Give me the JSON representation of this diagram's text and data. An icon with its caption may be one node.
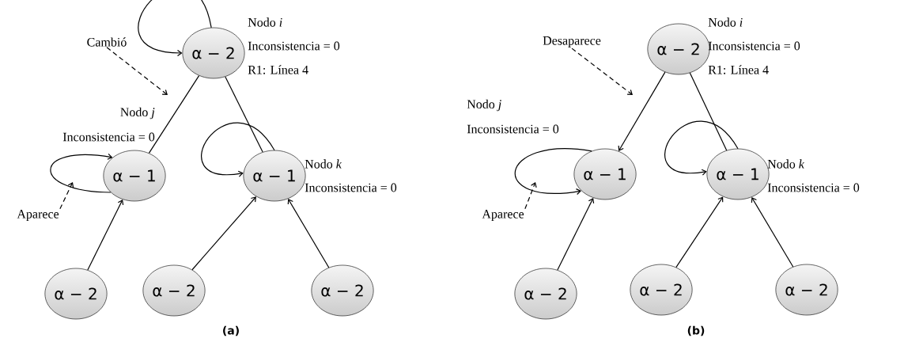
{
  "diagram": {
    "nodes": [
      {
        "text": [
          "Cambió"
        ]
      },
      {
        "text": [
          "α − 2"
        ],
        "beside": [
          "Nodo *i*",
          "Inconsistencia = 0",
          "R1: Línea 4"
        ]
      },
      {
        "text": [
          "α − 1"
        ],
        "beside": [
          "Nodo *j*",
          "Inconsistencia = 0"
        ]
      },
      {
        "text": [
          "α − 1"
        ],
        "beside": [
          "Nodo *k*",
          "Inconsistencia = 0"
        ]
      },
      {
        "text": [
          "Aparece"
        ]
      },
      {
        "text": [
          "α − 2"
        ]
      },
      {
        "text": [
          "α − 2"
        ]
      },
      {
        "text": [
          "α − 2"
        ]
      },
      {
        "text": [
          "Desaparece"
        ]
      },
      {
        "text": [
          "α − 2"
        ],
        "beside": [
          "Nodo *i*",
          "Inconsistencia = 0",
          "R1: Línea 4"
        ]
      },
      {
        "text": [
          "α − 1"
        ],
        "beside": [
          "Nodo *j*",
          "Inconsistencia = 0"
        ]
      },
      {
        "text": [
          "α − 1"
        ],
        "beside": [
          "Nodo *k*",
          "Inconsistencia = 0"
        ]
      },
      {
        "text": [
          "Aparece"
        ]
      },
      {
        "text": [
          "α − 2"
        ]
      },
      {
        "text": [
          "α − 2"
        ]
      },
      {
        "text": [
          "α − 2"
        ]
      }
    ],
    "edges": [
      {
        "from": 1,
        "to": 1,
        "arrow": "to"
      },
      {
        "from": 0,
        "to": null,
        "arrow": "to",
        "style": "dashed"
      },
      {
        "from": 1,
        "to": 2,
        "arrow": "none"
      },
      {
        "from": 1,
        "to": 3,
        "arrow": "none"
      },
      {
        "from": 2,
        "to": 2,
        "arrow": "to"
      },
      {
        "from": 3,
        "to": 3,
        "arrow": "to"
      },
      {
        "from": 4,
        "to": null,
        "arrow": "to",
        "style": "dashed"
      },
      {
        "from": 5,
        "to": 2,
        "arrow": "to"
      },
      {
        "from": 6,
        "to": 3,
        "arrow": "to"
      },
      {
        "from": 7,
        "to": 3,
        "arrow": "to"
      },
      {
        "from": 8,
        "to": null,
        "arrow": "to",
        "style": "dashed"
      },
      {
        "from": 9,
        "to": 10,
        "arrow": "to"
      },
      {
        "from": 9,
        "to": 11,
        "arrow": "none"
      },
      {
        "from": 10,
        "to": 10,
        "arrow": "to"
      },
      {
        "from": 11,
        "to": 11,
        "arrow": "to"
      },
      {
        "from": 12,
        "to": null,
        "arrow": "to",
        "style": "dashed"
      },
      {
        "from": 13,
        "to": 10,
        "arrow": "to"
      },
      {
        "from": 14,
        "to": 11,
        "arrow": "to"
      },
      {
        "from": 15,
        "to": 11,
        "arrow": "to"
      }
    ],
    "labels": [
      "(a)",
      "(b)"
    ]
  }
}
